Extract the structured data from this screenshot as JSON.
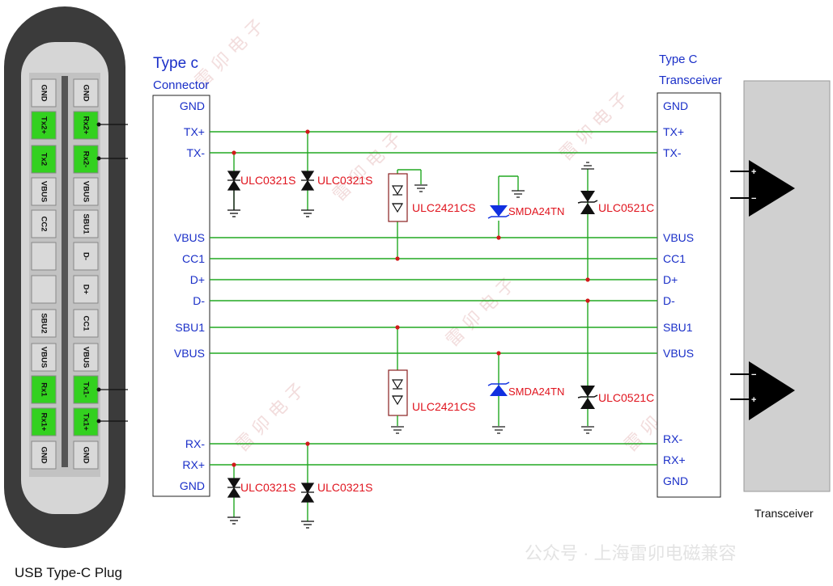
{
  "plug": {
    "caption": "USB Type-C Plug",
    "left_pins": [
      "GND",
      "Tx2+",
      "Tx2",
      "VBUS",
      "CC2",
      "",
      "",
      "SBU2",
      "VBUS",
      "Rx1",
      "Rx1+",
      "GND"
    ],
    "right_pins": [
      "GND",
      "Rx2+",
      "Rx2-",
      "VBUS",
      "SBU1",
      "D-",
      "D+",
      "CC1",
      "VBUS",
      "Tx1-",
      "Tx1+",
      "GND"
    ],
    "highlight_color": "#33d11f"
  },
  "connector": {
    "title_line1": "Type c",
    "title_line2": "Connector",
    "pins": [
      "GND",
      "TX+",
      "TX-",
      "VBUS",
      "CC1",
      "D+",
      "D-",
      "SBU1",
      "VBUS",
      "RX-",
      "RX+",
      "GND"
    ]
  },
  "transceiver_box": {
    "title_line1": "Type C",
    "title_line2": "Transceiver",
    "pins": [
      "GND",
      "TX+",
      "TX-",
      "VBUS",
      "CC1",
      "D+",
      "D-",
      "SBU1",
      "VBUS",
      "RX-",
      "RX+",
      "GND"
    ]
  },
  "transceiver_block": {
    "label": "Transceiver"
  },
  "components": {
    "tvs_tx1": "ULC0321S",
    "tvs_tx2": "ULC0321S",
    "array_top": "ULC2421CS",
    "smda_top": "SMDA24TN",
    "ulc0521_top": "ULC0521C",
    "array_bot": "ULC2421CS",
    "smda_bot": "SMDA24TN",
    "ulc0521_bot": "ULC0521C",
    "tvs_rx1": "ULC0321S",
    "tvs_rx2": "ULC0321S"
  },
  "colors": {
    "wire": "#22a822",
    "label_blue": "#1a2fc8",
    "label_red": "#e0141e",
    "smda": "#1030e0"
  },
  "watermark": {
    "footer": "公众号 · 上海雷卯电磁兼容"
  }
}
